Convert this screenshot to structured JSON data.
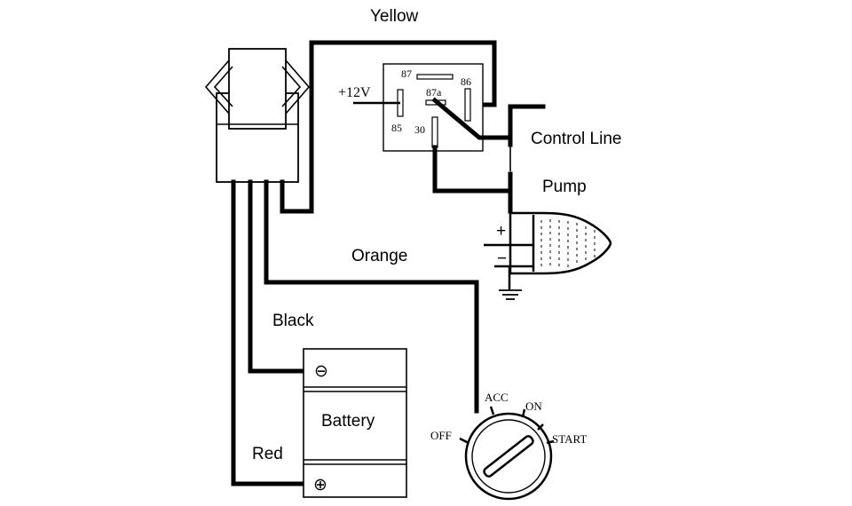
{
  "labels": {
    "yellow": "Yellow",
    "orange": "Orange",
    "black": "Black",
    "red": "Red",
    "control_line": "Control Line",
    "pump": "Pump",
    "battery": "Battery"
  },
  "relay": {
    "voltage": "+12V",
    "pin_87": "87",
    "pin_87a": "87a",
    "pin_86": "86",
    "pin_85": "85",
    "pin_30": "30"
  },
  "pump_terminals": {
    "positive": "+",
    "negative": "−"
  },
  "battery_terminals": {
    "negative": "⊖",
    "positive": "⊕"
  },
  "ignition": {
    "off": "OFF",
    "acc": "ACC",
    "on": "ON",
    "start": "START"
  }
}
